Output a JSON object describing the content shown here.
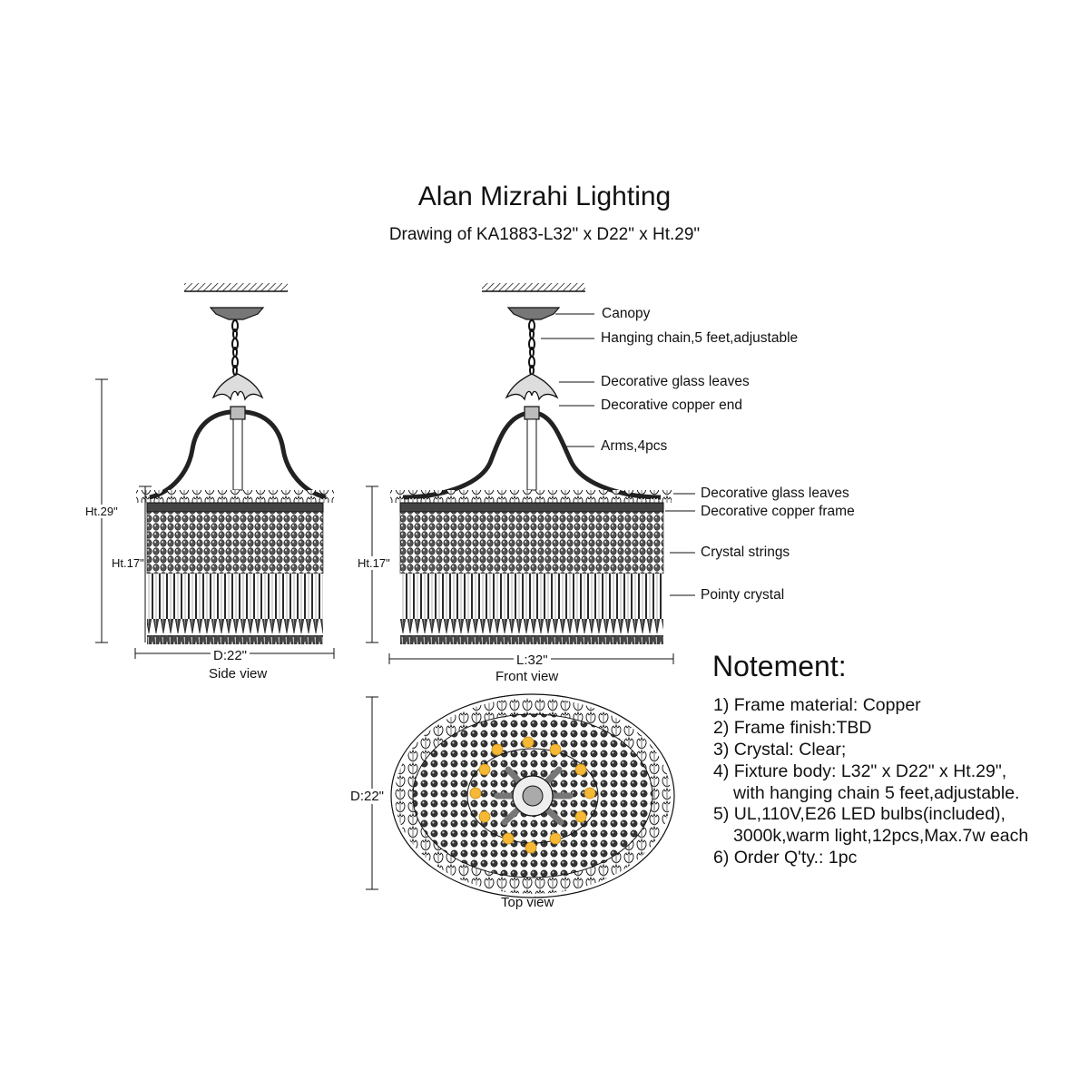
{
  "header": {
    "title": "Alan Mizrahi Lighting",
    "subtitle": "Drawing of KA1883-L32\" x D22\" x Ht.29\""
  },
  "callouts": {
    "canopy": "Canopy",
    "chain": "Hanging chain,5 feet,adjustable",
    "top_leaves": "Decorative glass leaves",
    "copper_end": "Decorative copper end",
    "arms": "Arms,4pcs",
    "frame_leaves": "Decorative glass leaves",
    "copper_frame": "Decorative copper frame",
    "crystal_strings": "Crystal strings",
    "pointy_crystal": "Pointy crystal"
  },
  "side_view": {
    "label": "Side view",
    "height_total": "Ht.29\"",
    "height_body": "Ht.17\"",
    "depth": "D:22\""
  },
  "front_view": {
    "label": "Front view",
    "height_body": "Ht.17\"",
    "length": "L:32\""
  },
  "top_view": {
    "label": "Top view",
    "depth": "D:22\""
  },
  "notes": {
    "title": "Notement:",
    "items": [
      "1) Frame material: Copper",
      "2) Frame finish:TBD",
      "3) Crystal: Clear;",
      "4) Fixture body: L32\" x D22\" x Ht.29\",",
      "with hanging chain 5 feet,adjustable.",
      "5) UL,110V,E26 LED bulbs(included),",
      "3000k,warm light,12pcs,Max.7w each",
      "6) Order Q'ty.: 1pc"
    ]
  },
  "colors": {
    "line": "#111111",
    "bulb": "#f5b935",
    "background": "#ffffff"
  }
}
